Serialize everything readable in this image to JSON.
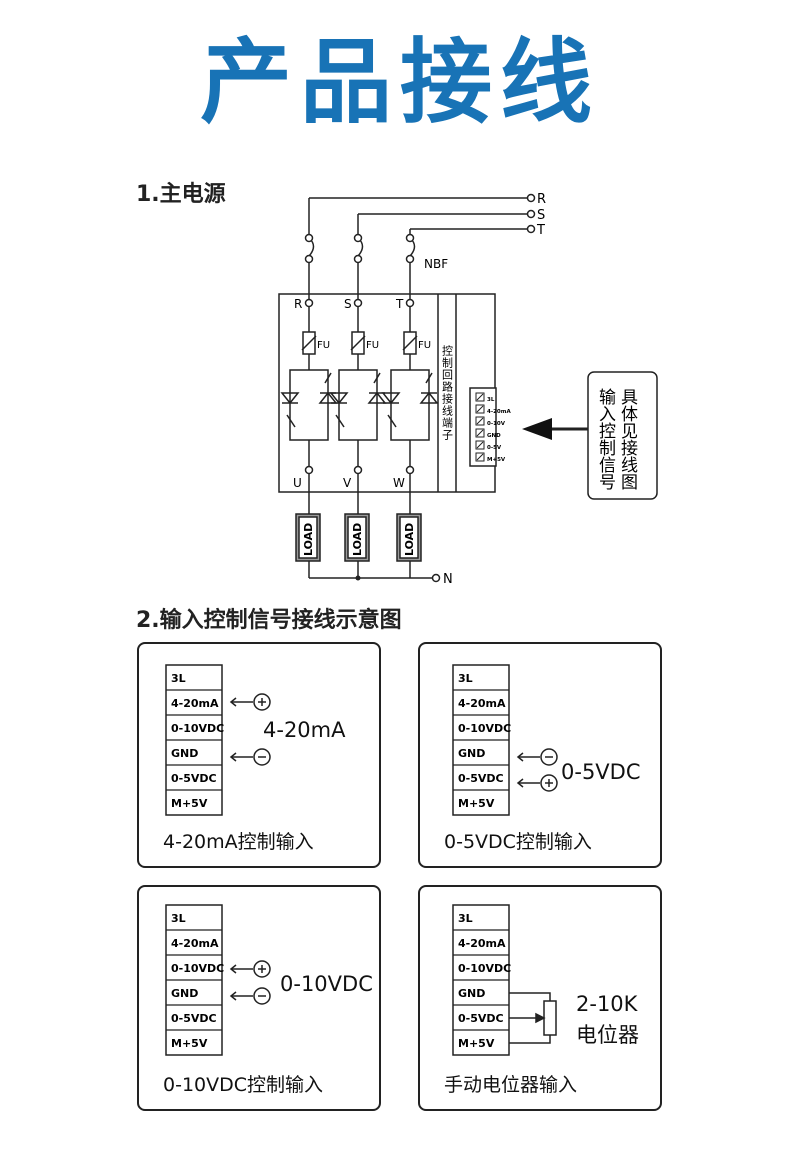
{
  "title": "产品接线",
  "section1": {
    "title": "1.主电源",
    "phases_in": [
      "R",
      "S",
      "T"
    ],
    "breaker": "NBF",
    "phases_top": [
      "R",
      "S",
      "T"
    ],
    "fuse": "FU",
    "phases_out": [
      "U",
      "V",
      "W"
    ],
    "load": "LOAD",
    "neutral": "N",
    "control_terminal_label": "控制回路接线端子",
    "terminals": [
      "3L",
      "4-20mA",
      "0-10V",
      "GND",
      "0-5V",
      "M+5V"
    ],
    "note_col1": "具体见接线图",
    "note_col2": "输入控制信号"
  },
  "section2": {
    "title": "2.输入控制信号接线示意图",
    "terminals": [
      "3L",
      "4-20mA",
      "0-10VDC",
      "GND",
      "0-5VDC",
      "M+5V"
    ],
    "panels": [
      {
        "label": "4-20mA",
        "caption": "4-20mA控制输入",
        "plus": "+",
        "minus": "−"
      },
      {
        "label": "0-5VDC",
        "caption": "0-5VDC控制输入",
        "plus": "+",
        "minus": "−"
      },
      {
        "label": "0-10VDC",
        "caption": "0-10VDC控制输入",
        "plus": "+",
        "minus": "−"
      },
      {
        "label_line1": "2-10K",
        "label_line2": "电位器",
        "caption": "手动电位器输入"
      }
    ]
  },
  "colors": {
    "title": "#1873b6",
    "line": "#222222",
    "load_fill": "#9a9a9a"
  }
}
